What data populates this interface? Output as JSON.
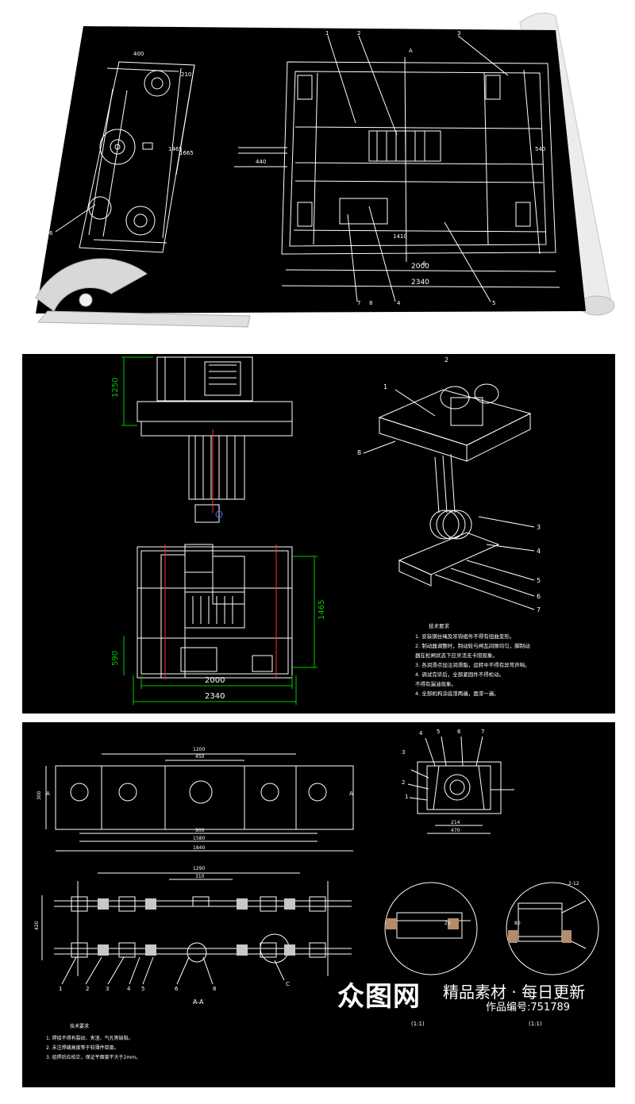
{
  "sheet1": {
    "dims": [
      "400",
      "210",
      "1465",
      "1665",
      "440",
      "2000",
      "2340",
      "1410",
      "540"
    ],
    "callouts": [
      "1",
      "2",
      "3",
      "4",
      "5",
      "6",
      "7",
      "8",
      "A",
      "A"
    ]
  },
  "sheet2": {
    "dims": [
      "1250",
      "1465",
      "590",
      "2000",
      "2340"
    ],
    "callouts": [
      "1",
      "2",
      "8",
      "3",
      "4",
      "5",
      "6",
      "7"
    ],
    "notes_title": "技术要求",
    "notes": [
      "1. 安装钢丝绳及吊钩组件不得有扭曲变形。",
      "2. 制动器调整时，制动轮与闸瓦间隙均匀，脚制动",
      "   器在松闸状态下应灵活无卡阻现象。",
      "3. 各润滑点加注润滑脂，运转中不得有异常声响。",
      "4. 调试完毕后，全部紧固件不得松动。",
      "   不得有漏油现象。",
      "4. 全部机构涂底漆两遍，面漆一遍。"
    ]
  },
  "sheet3": {
    "dims": [
      "1200",
      "450",
      "300",
      "900",
      "1580",
      "1840",
      "1290",
      "310",
      "420",
      "214",
      "470",
      "25",
      "80",
      "2-12"
    ],
    "callouts": [
      "1",
      "2",
      "3",
      "4",
      "5",
      "6",
      "8",
      "C",
      "1",
      "2",
      "3",
      "4",
      "5",
      "6",
      "7",
      "A",
      "A"
    ],
    "section_label": "A-A",
    "detail_labels": [
      "(1:1)",
      "(1:1)"
    ],
    "notes_title": "技术要求",
    "notes": [
      "1. 焊接不得有裂纹、夹渣、气孔等缺陷。",
      "2. 未注焊缝高度等于较薄件厚度。",
      "3. 组焊后应校正，保证平面度不大于2mm。"
    ]
  },
  "watermark": {
    "brand": "众图网",
    "tagline": "精品素材 · 每日更新",
    "work_id": "作品编号:751789"
  },
  "colors": {
    "line": "#ffffff",
    "dim_green": "#00c800",
    "accent_red": "#ff2a2a",
    "accent_blue": "#4a6cff"
  }
}
